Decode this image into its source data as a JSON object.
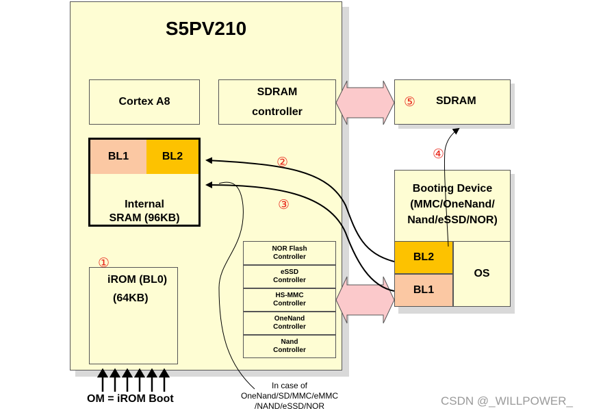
{
  "chip": {
    "title": "S5PV210"
  },
  "blocks": {
    "cortex": "Cortex A8",
    "sdram_ctrl_line1": "SDRAM",
    "sdram_ctrl_line2": "controller",
    "bl1": "BL1",
    "bl2": "BL2",
    "sram_line1": "Internal",
    "sram_line2": "SRAM (96KB)",
    "irom_line1": "iROM (BL0)",
    "irom_line2": "(64KB)"
  },
  "controllers": [
    {
      "line1": "NOR Flash",
      "line2": "Controller"
    },
    {
      "line1": "eSSD",
      "line2": "Controller"
    },
    {
      "line1": "HS-MMC",
      "line2": "Controller"
    },
    {
      "line1": "OneNand",
      "line2": "Controller"
    },
    {
      "line1": "Nand",
      "line2": "Controller"
    }
  ],
  "external": {
    "sdram": "SDRAM",
    "boot_line1": "Booting Device",
    "boot_line2": "(MMC/OneNand/",
    "boot_line3": "Nand/eSSD/NOR)",
    "bl2": "BL2",
    "bl1": "BL1",
    "os": "OS"
  },
  "steps": {
    "s1": "①",
    "s2": "②",
    "s3": "③",
    "s4": "④",
    "s5": "⑤"
  },
  "om_label": "OM = iROM Boot",
  "note": {
    "line1": "In case of",
    "line2": "OneNand/SD/MMC/eMMC",
    "line3": "/NAND/eSSD/NOR"
  },
  "watermark": "CSDN @_WILLPOWER_",
  "colors": {
    "box_fill": "#fefdd3",
    "bl1_fill": "#fbc8a3",
    "bl2_fill": "#fdc200",
    "arrow_fill": "#fbc9cb",
    "step_color": "#e8281c"
  }
}
